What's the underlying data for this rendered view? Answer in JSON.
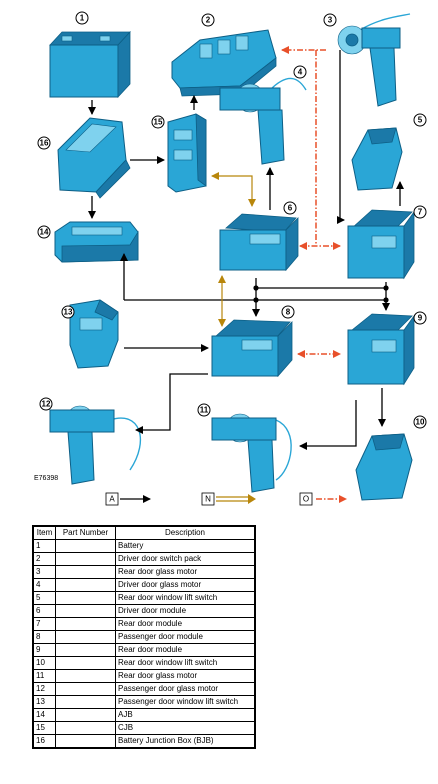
{
  "figure": {
    "reference_code": "E76398",
    "legend": [
      {
        "label": "A",
        "type": "solid",
        "color": "#000000"
      },
      {
        "label": "N",
        "type": "dual",
        "color": "#b8860b"
      },
      {
        "label": "O",
        "type": "dash-dot",
        "color": "#e8502a"
      }
    ],
    "callouts": [
      "1",
      "2",
      "3",
      "4",
      "5",
      "6",
      "7",
      "8",
      "9",
      "10",
      "11",
      "12",
      "13",
      "14",
      "15",
      "16"
    ],
    "colors": {
      "component": "#2aa6d6",
      "line_a": "#000000",
      "line_n": "#b8860b",
      "line_o": "#e8502a"
    }
  },
  "table": {
    "headers": [
      "Item",
      "Part Number",
      "Description"
    ],
    "rows": [
      {
        "item": "1",
        "part_number": "",
        "description": "Battery"
      },
      {
        "item": "2",
        "part_number": "",
        "description": "Driver door switch pack"
      },
      {
        "item": "3",
        "part_number": "",
        "description": "Rear door glass motor"
      },
      {
        "item": "4",
        "part_number": "",
        "description": "Driver door glass motor"
      },
      {
        "item": "5",
        "part_number": "",
        "description": "Rear door window lift switch"
      },
      {
        "item": "6",
        "part_number": "",
        "description": "Driver door module"
      },
      {
        "item": "7",
        "part_number": "",
        "description": "Rear door module"
      },
      {
        "item": "8",
        "part_number": "",
        "description": "Passenger door module"
      },
      {
        "item": "9",
        "part_number": "",
        "description": "Rear door module"
      },
      {
        "item": "10",
        "part_number": "",
        "description": "Rear door window lift switch"
      },
      {
        "item": "11",
        "part_number": "",
        "description": "Rear door glass motor"
      },
      {
        "item": "12",
        "part_number": "",
        "description": "Passenger door glass motor"
      },
      {
        "item": "13",
        "part_number": "",
        "description": "Passenger door window lift switch"
      },
      {
        "item": "14",
        "part_number": "",
        "description": "AJB"
      },
      {
        "item": "15",
        "part_number": "",
        "description": "CJB"
      },
      {
        "item": "16",
        "part_number": "",
        "description": "Battery Junction Box (BJB)"
      }
    ]
  }
}
